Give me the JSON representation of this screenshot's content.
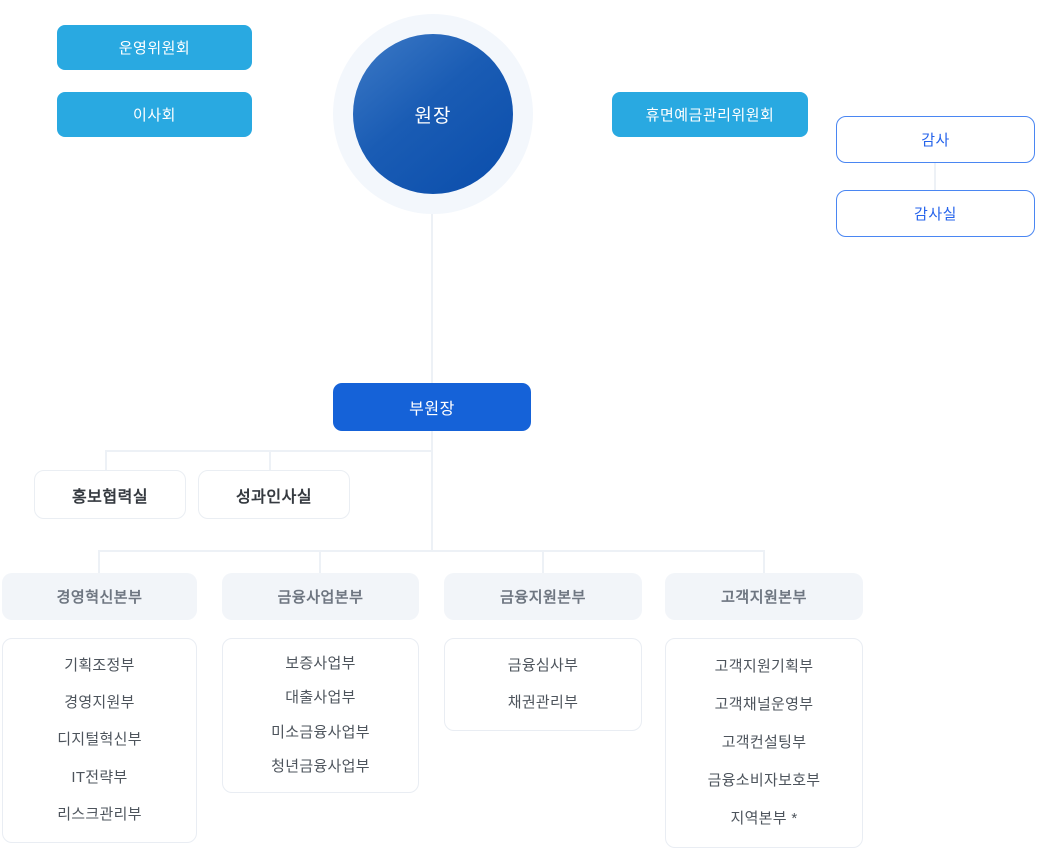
{
  "colors": {
    "light_blue_button": "#29a9e1",
    "primary_blue": "#1562d8",
    "circle_gradient_start": "#3d7ac6",
    "circle_gradient_end": "#0a4dab",
    "circle_halo": "#f3f7fc",
    "audit_border": "#4a86f2",
    "audit_text": "#2563eb",
    "division_header_bg": "#f2f5f9",
    "connector_line": "#edf1f6"
  },
  "nodes": {
    "committees": [
      {
        "label": "운영위원회"
      },
      {
        "label": "이사회"
      }
    ],
    "president": {
      "label": "원장"
    },
    "dormant_committee": {
      "label": "휴면예금관리위원회"
    },
    "auditor": {
      "label": "감사"
    },
    "audit_office": {
      "label": "감사실"
    },
    "vice_president": {
      "label": "부원장"
    },
    "staff_offices": [
      {
        "label": "홍보협력실"
      },
      {
        "label": "성과인사실"
      }
    ],
    "divisions": [
      {
        "label": "경영혁신본부",
        "departments": [
          "기획조정부",
          "경영지원부",
          "디지털혁신부",
          "IT전략부",
          "리스크관리부"
        ]
      },
      {
        "label": "금융사업본부",
        "departments": [
          "보증사업부",
          "대출사업부",
          "미소금융사업부",
          "청년금융사업부"
        ]
      },
      {
        "label": "금융지원본부",
        "departments": [
          "금융심사부",
          "채권관리부"
        ]
      },
      {
        "label": "고객지원본부",
        "departments": [
          "고객지원기획부",
          "고객채널운영부",
          "고객컨설팅부",
          "금융소비자보호부",
          "지역본부 *"
        ]
      }
    ]
  }
}
